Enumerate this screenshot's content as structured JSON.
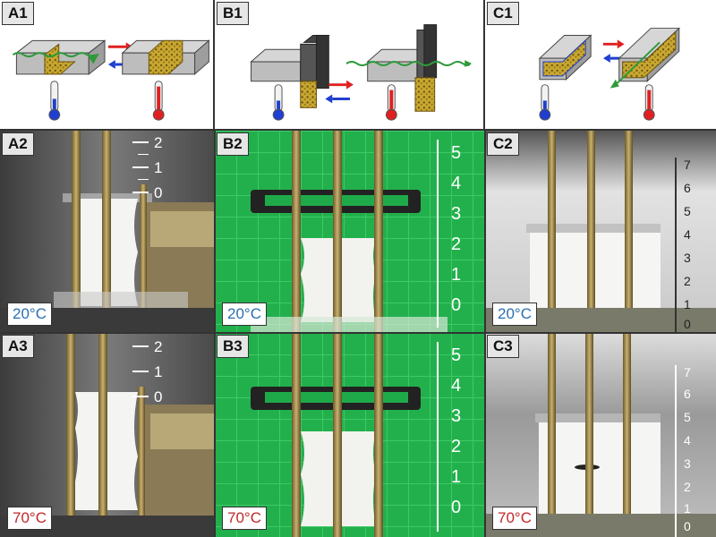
{
  "panels": {
    "A1": {
      "label": "A1"
    },
    "B1": {
      "label": "B1"
    },
    "C1": {
      "label": "C1"
    },
    "A2": {
      "label": "A2",
      "temp": "20°C",
      "scale": [
        "2",
        "1",
        "0"
      ]
    },
    "B2": {
      "label": "B2",
      "temp": "20°C",
      "scale": [
        "5",
        "4",
        "3",
        "2",
        "1",
        "0"
      ]
    },
    "C2": {
      "label": "C2",
      "temp": "20°C",
      "scale": [
        "7",
        "6",
        "5",
        "4",
        "3",
        "2",
        "1",
        "0"
      ]
    },
    "A3": {
      "label": "A3",
      "temp": "70°C",
      "scale": [
        "2",
        "1",
        "0"
      ]
    },
    "B3": {
      "label": "B3",
      "temp": "70°C",
      "scale": [
        "5",
        "4",
        "3",
        "2",
        "1",
        "0"
      ]
    },
    "C3": {
      "label": "C3",
      "temp": "70°C",
      "scale": [
        "7",
        "6",
        "5",
        "4",
        "3",
        "2",
        "1",
        "0"
      ]
    }
  },
  "colors": {
    "cold": "#2a6fb0",
    "hot": "#c2282a",
    "arrow_red": "#e02020",
    "arrow_blue": "#1f3fd0",
    "wave": "#2e9a3a",
    "fiber": "#c9a830"
  },
  "icons": [
    "thermometer-cold-icon",
    "thermometer-hot-icon",
    "arrow-right-icon",
    "arrow-left-icon"
  ]
}
